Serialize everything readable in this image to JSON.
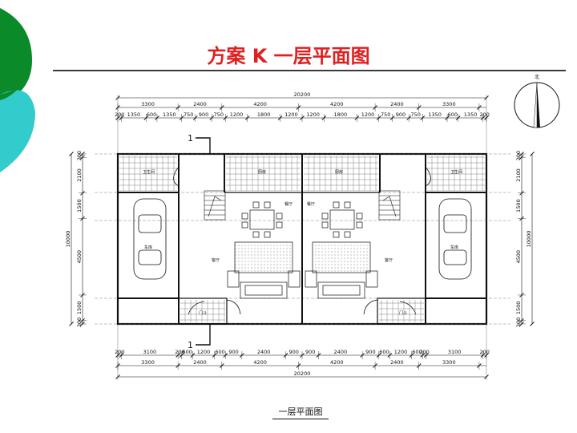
{
  "title": "方案 K  一层平面图",
  "caption": "一层平面图",
  "north_label": "北",
  "section_marker": "1",
  "colors": {
    "title": "#e02020",
    "deco_green": "#0a8a28",
    "deco_cyan": "#33cccc",
    "line": "#111111"
  },
  "dims": {
    "top_total": "20200",
    "top_row1": [
      "3300",
      "2400",
      "4200",
      "4200",
      "2400",
      "3300"
    ],
    "top_row2": [
      "200",
      "1350",
      "600",
      "1350",
      "750",
      "900",
      "750",
      "1200",
      "1800",
      "1200",
      "1200",
      "1800",
      "1200",
      "750",
      "900",
      "750",
      "1350",
      "600",
      "1350",
      "200"
    ],
    "bottom_total": "20200",
    "bottom_row1": [
      "200",
      "3100",
      "200",
      "600",
      "1200",
      "600",
      "900",
      "2400",
      "900",
      "900",
      "2400",
      "900",
      "600",
      "1200",
      "600",
      "200",
      "3100",
      "200"
    ],
    "bottom_row2": [
      "3300",
      "2400",
      "4200",
      "4200",
      "2400",
      "3300"
    ],
    "left_segments": [
      "200",
      "2100",
      "1500",
      "4500",
      "1500",
      "200"
    ],
    "left_total": "10000",
    "right_segments": [
      "200",
      "2100",
      "1500",
      "4500",
      "1500",
      "200"
    ],
    "right_total": "10000"
  },
  "rooms": {
    "bathroom": "卫生间",
    "kitchen": "厨房",
    "dining": "餐厅",
    "living": "客厅",
    "garage": "车库",
    "foyer": "门斗"
  }
}
